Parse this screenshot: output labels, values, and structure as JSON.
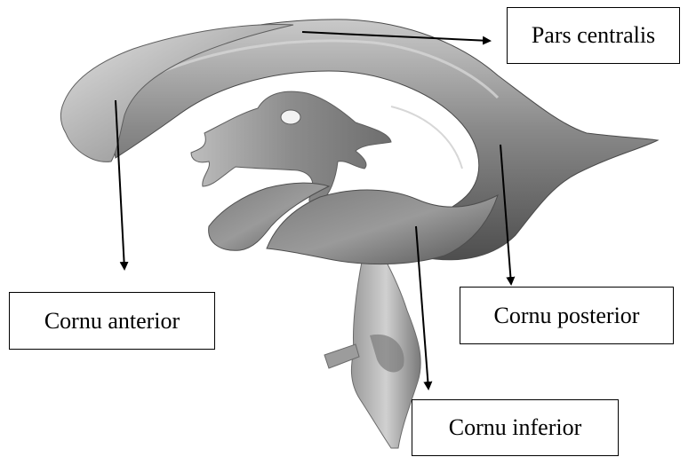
{
  "labels": {
    "pars_centralis": "Pars centralis",
    "cornu_anterior": "Cornu anterior",
    "cornu_posterior": "Cornu posterior",
    "cornu_inferior": "Cornu inferior"
  },
  "colors": {
    "background": "#ffffff",
    "arrow": "#000000",
    "label_border": "#000000",
    "ventricle_fill": "#8f8f8f",
    "ventricle_shadow": "#5a5a5a",
    "ventricle_highlight": "#d8d8d8"
  }
}
